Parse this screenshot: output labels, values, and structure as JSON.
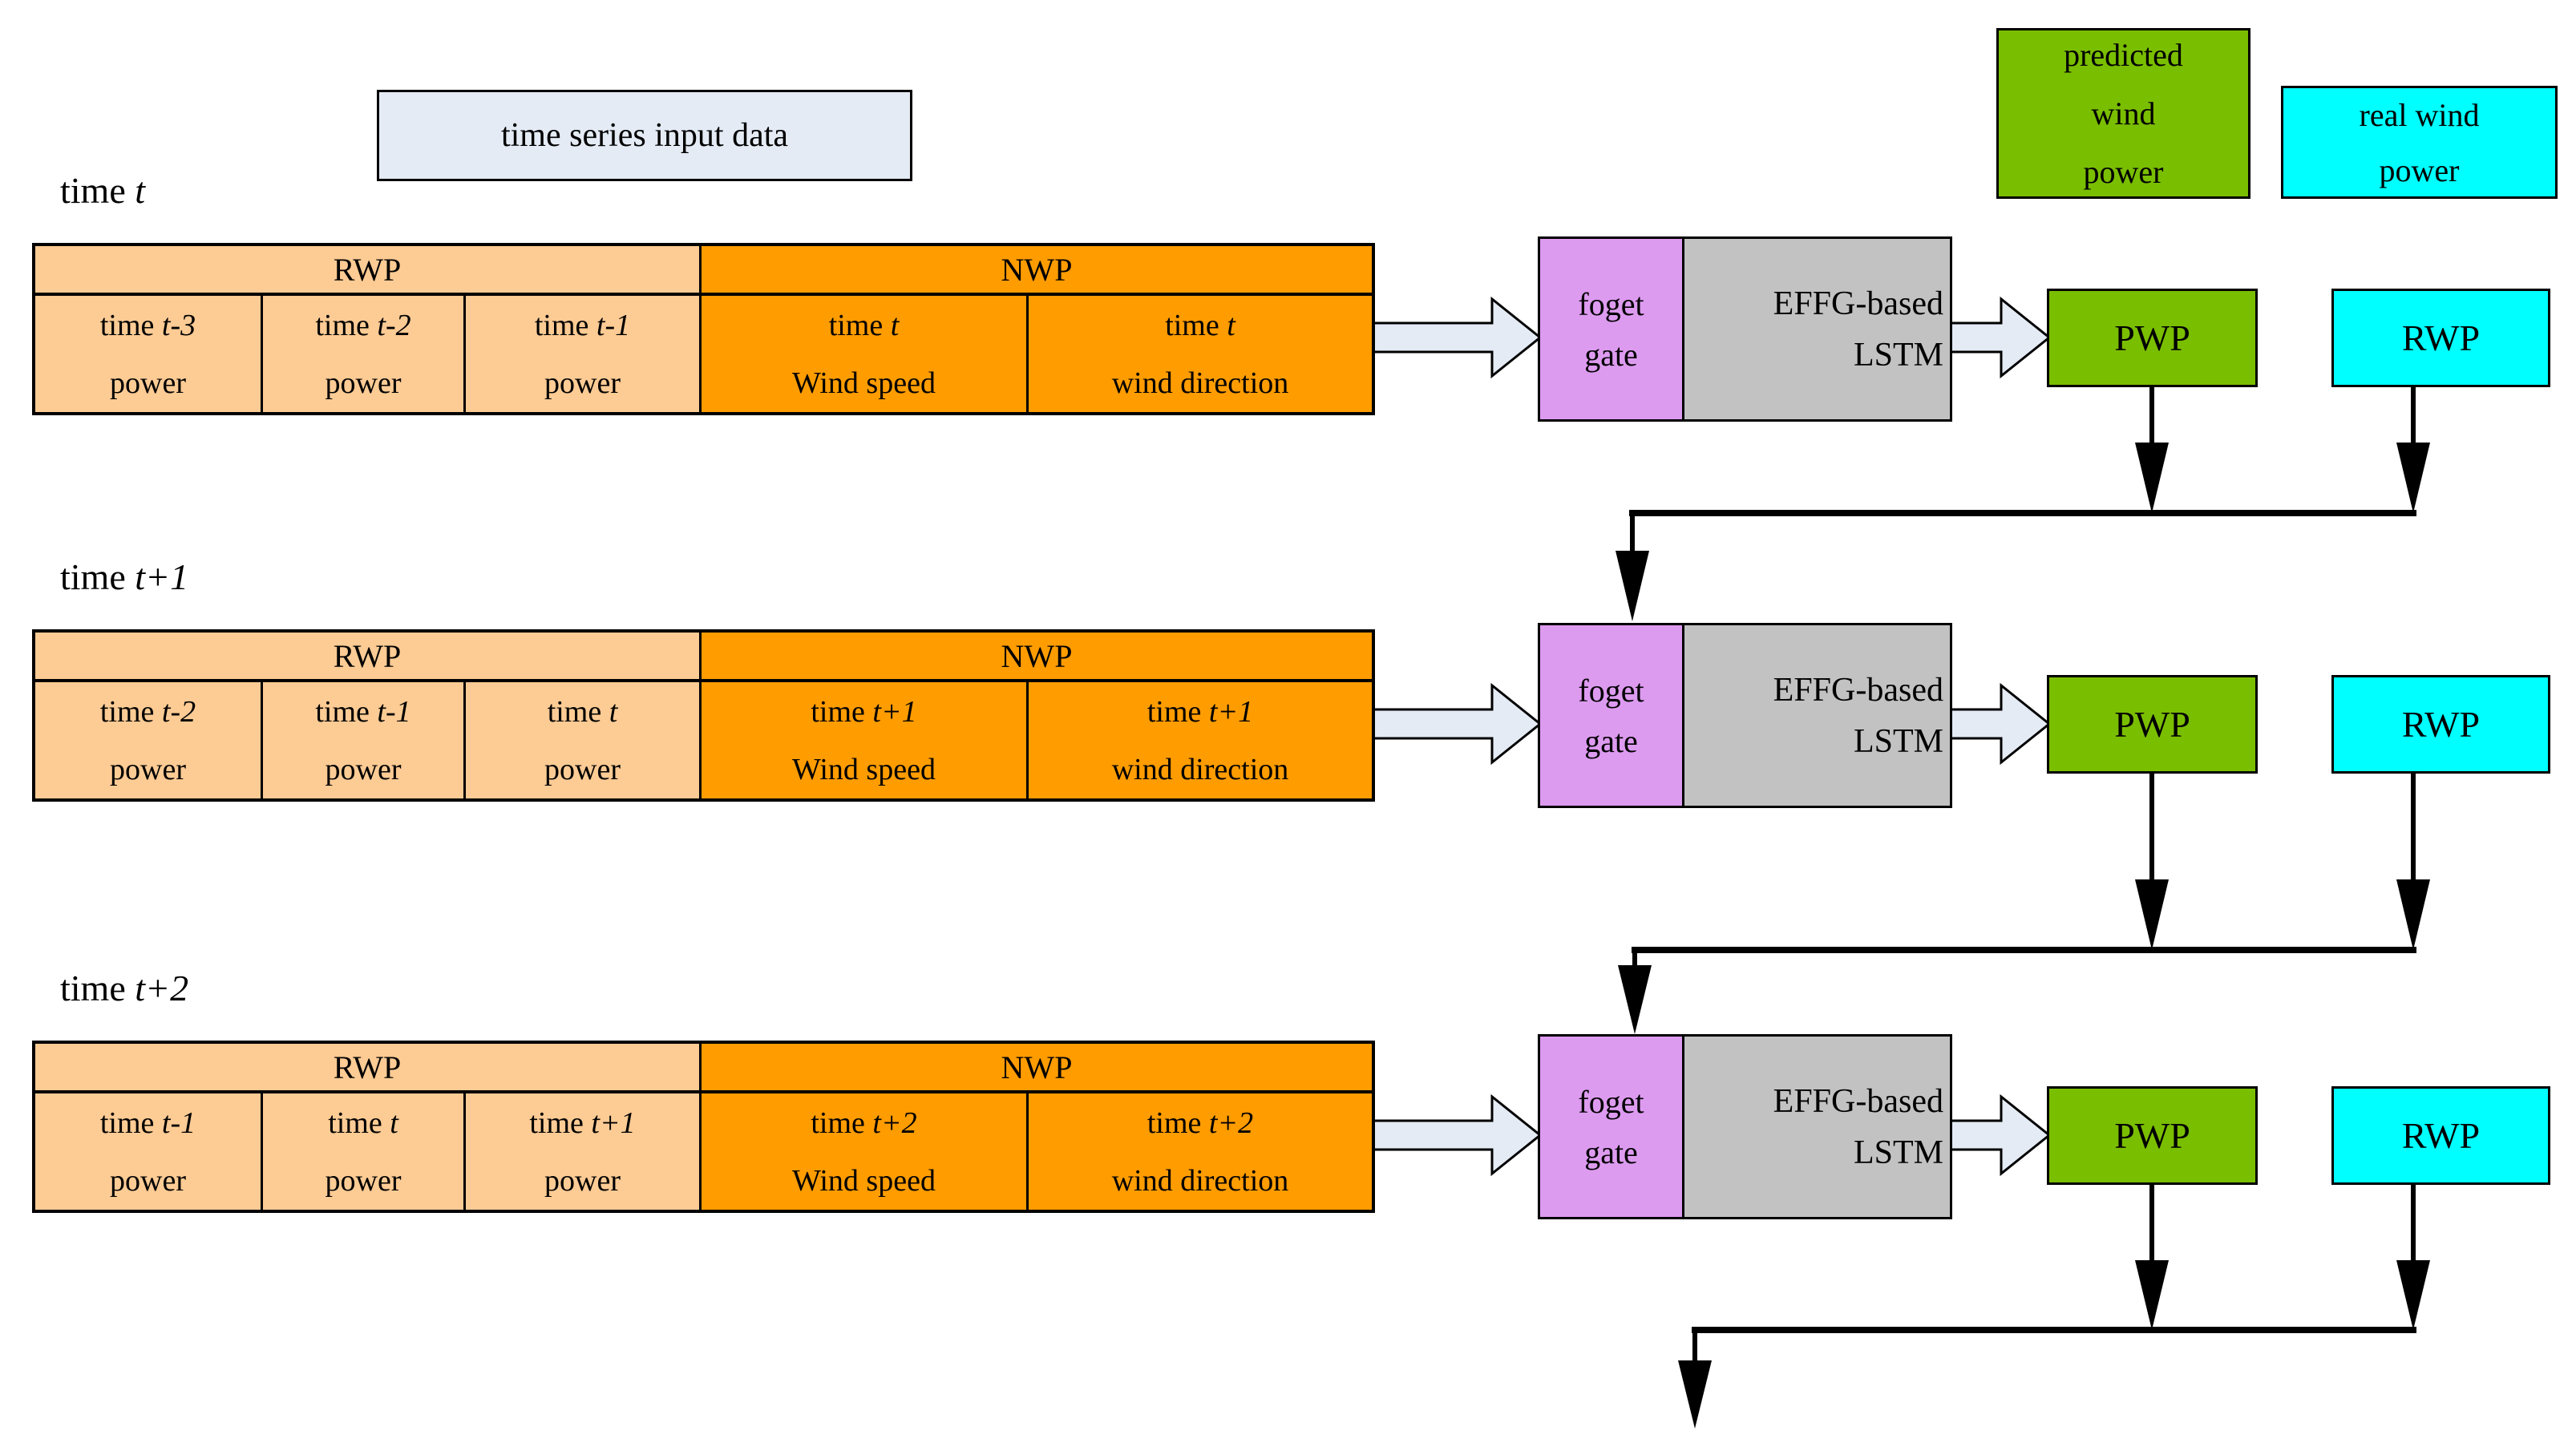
{
  "colors": {
    "table_rwp_bg": "#FDCB94",
    "table_nwp_bg": "#FF9C00",
    "forget_gate_bg": "#DD9BF0",
    "lstm_bg": "#C2C2C2",
    "predicted_green": "#7ABE00",
    "real_cyan": "#00FFFF",
    "callout_arrow_blue": "#E4EBF5",
    "connector_black": "#000000"
  },
  "header": {
    "input_box_label": "time series input data",
    "legend_predicted_lines": [
      "predicted",
      "wind",
      "power"
    ],
    "legend_real_lines": [
      "real wind",
      "power"
    ]
  },
  "rows": [
    {
      "time_label_prefix": "time ",
      "time_label_var": "t",
      "table": {
        "rwp_header": "RWP",
        "nwp_header": "NWP",
        "cells": [
          {
            "prefix": "time ",
            "var": "t-3",
            "line2": "power"
          },
          {
            "prefix": "time ",
            "var": "t-2",
            "line2": "power"
          },
          {
            "prefix": "time ",
            "var": "t-1",
            "line2": "power"
          },
          {
            "prefix": "time ",
            "var": "t",
            "line2": "Wind speed"
          },
          {
            "prefix": "time ",
            "var": "t",
            "line2": "wind direction"
          }
        ]
      },
      "forget_gate_lines": [
        "foget",
        "gate"
      ],
      "lstm_lines": [
        "EFFG-based",
        "LSTM"
      ],
      "pwp_label": "PWP",
      "rwp_label": "RWP"
    },
    {
      "time_label_prefix": "time ",
      "time_label_var": "t+1",
      "table": {
        "rwp_header": "RWP",
        "nwp_header": "NWP",
        "cells": [
          {
            "prefix": "time ",
            "var": "t-2",
            "line2": "power"
          },
          {
            "prefix": "time ",
            "var": "t-1",
            "line2": "power"
          },
          {
            "prefix": "time ",
            "var": "t",
            "line2": "power"
          },
          {
            "prefix": "time ",
            "var": "t+1",
            "line2": "Wind speed"
          },
          {
            "prefix": "time ",
            "var": "t+1",
            "line2": "wind direction"
          }
        ]
      },
      "forget_gate_lines": [
        "foget",
        "gate"
      ],
      "lstm_lines": [
        "EFFG-based",
        "LSTM"
      ],
      "pwp_label": "PWP",
      "rwp_label": "RWP"
    },
    {
      "time_label_prefix": "time ",
      "time_label_var": "t+2",
      "table": {
        "rwp_header": "RWP",
        "nwp_header": "NWP",
        "cells": [
          {
            "prefix": "time ",
            "var": "t-1",
            "line2": "power"
          },
          {
            "prefix": "time ",
            "var": "t",
            "line2": "power"
          },
          {
            "prefix": "time ",
            "var": "t+1",
            "line2": "power"
          },
          {
            "prefix": "time ",
            "var": "t+2",
            "line2": "Wind speed"
          },
          {
            "prefix": "time ",
            "var": "t+2",
            "line2": "wind direction"
          }
        ]
      },
      "forget_gate_lines": [
        "foget",
        "gate"
      ],
      "lstm_lines": [
        "EFFG-based",
        "LSTM"
      ],
      "pwp_label": "PWP",
      "rwp_label": "RWP"
    }
  ]
}
